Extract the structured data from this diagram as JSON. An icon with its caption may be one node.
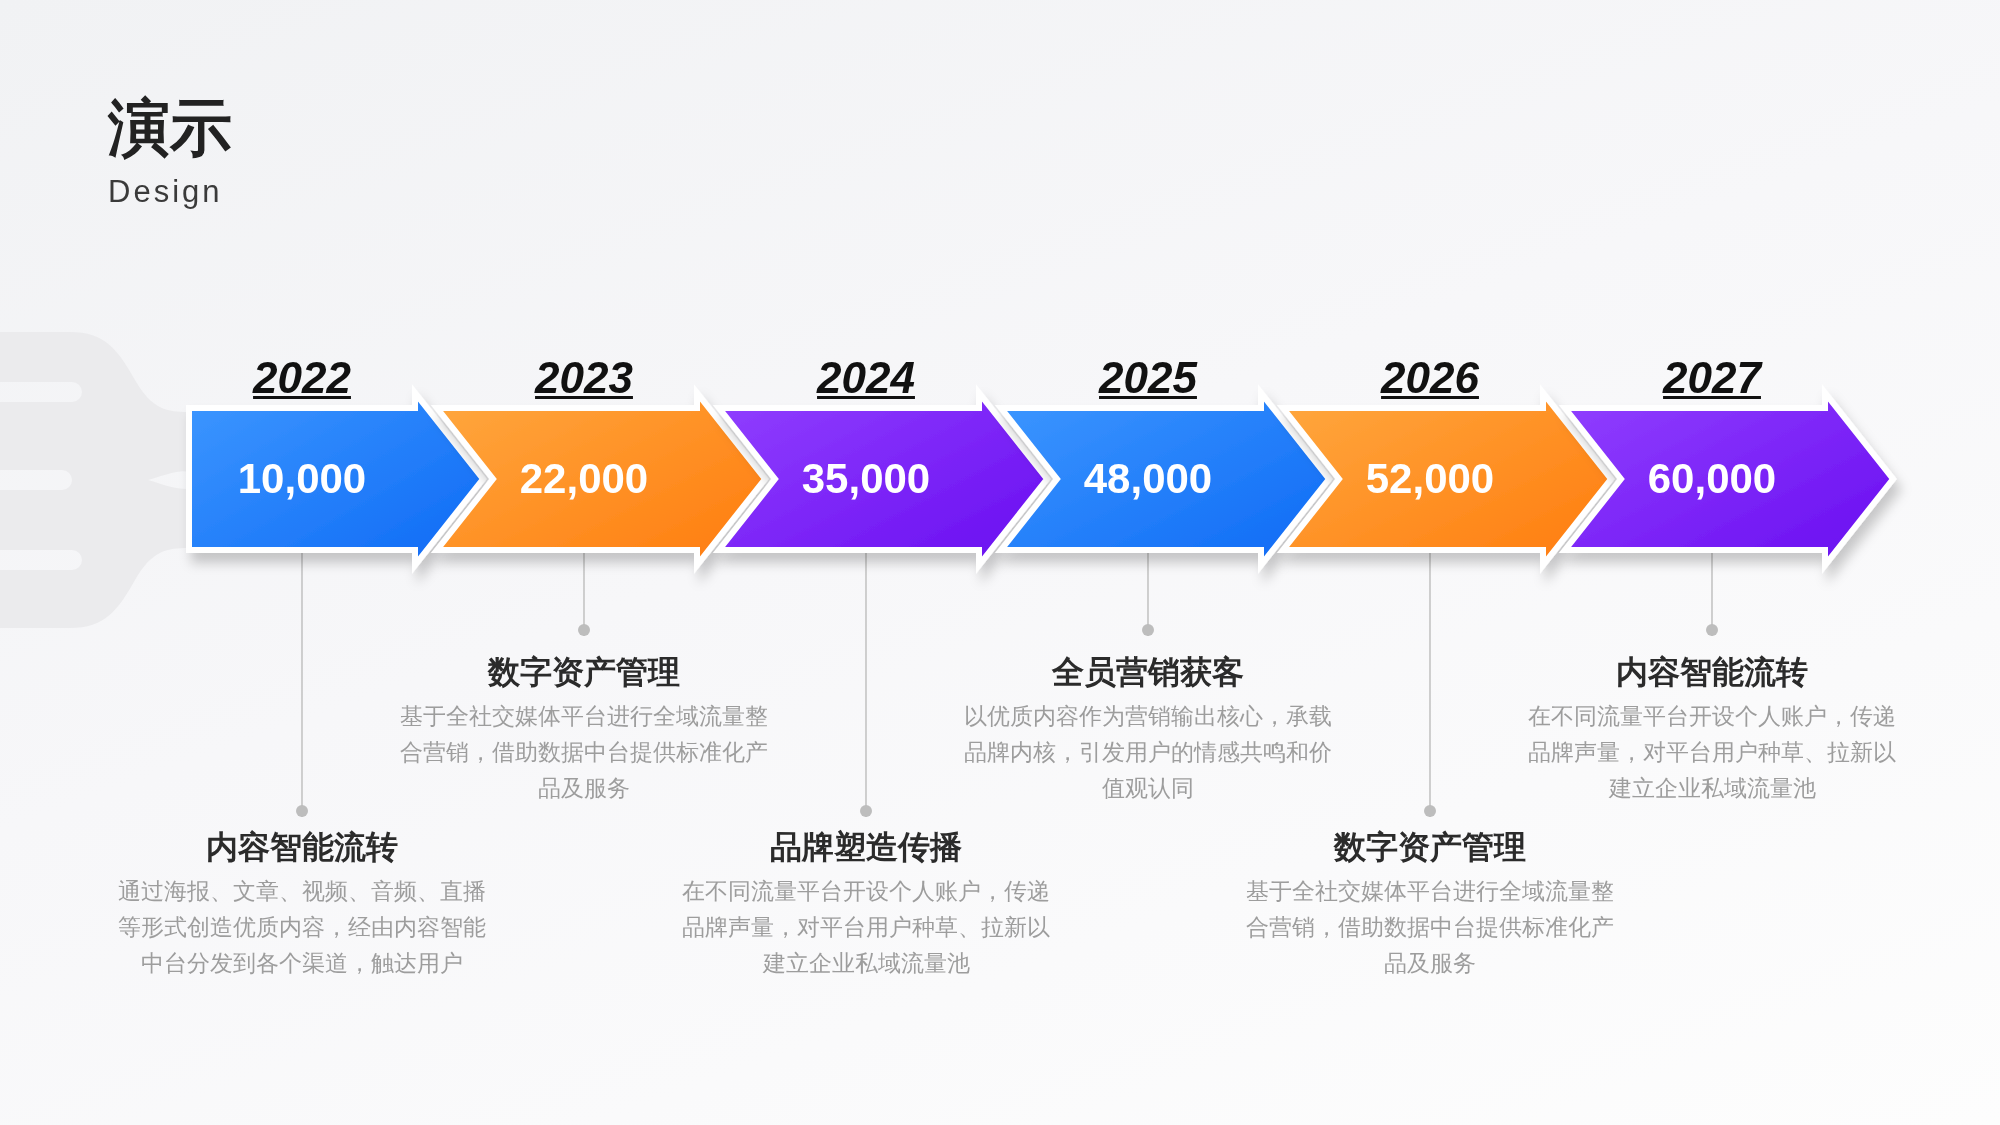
{
  "diagram": {
    "title": "演示",
    "nodes": [
      {
        "text": [
          "2022",
          "10,000"
        ]
      },
      {
        "text": [
          "2023",
          "22,000"
        ]
      },
      {
        "text": [
          "2024",
          "35,000"
        ]
      },
      {
        "text": [
          "2025",
          "48,000"
        ]
      },
      {
        "text": [
          "2026",
          "52,000"
        ]
      },
      {
        "text": [
          "2027",
          "60,000"
        ]
      },
      {
        "text": [
          "内容智能流转",
          "通过海报、文章、视频、音频、直播等形式创造优质内容，经由内容智能中台分发到各个渠道，触达用户"
        ]
      },
      {
        "text": [
          "数字资产管理",
          "基于全社交媒体平台进行全域流量整合营销，借助数据中台提供标准化产品及服务"
        ]
      },
      {
        "text": [
          "品牌塑造传播",
          "在不同流量平台开设个人账户，传递品牌声量，对平台用户种草、拉新以建立企业私域流量池"
        ]
      },
      {
        "text": [
          "全员营销获客",
          "以优质内容作为营销输出核心，承载品牌内核，引发用户的情感共鸣和价值观认同"
        ]
      },
      {
        "text": [
          "数字资产管理",
          "基于全社交媒体平台进行全域流量整合营销，借助数据中台提供标准化产品及服务"
        ]
      },
      {
        "text": [
          "内容智能流转",
          "在不同流量平台开设个人账户，传递品牌声量，对平台用户种草、拉新以建立企业私域流量池"
        ]
      }
    ],
    "edges": [
      {
        "from": 0,
        "to": 6,
        "arrow": "other"
      },
      {
        "from": 1,
        "to": 7,
        "arrow": "other"
      },
      {
        "from": 2,
        "to": 8,
        "arrow": "other"
      },
      {
        "from": 3,
        "to": 9,
        "arrow": "other"
      },
      {
        "from": 4,
        "to": 10,
        "arrow": "other"
      },
      {
        "from": 5,
        "to": 11,
        "arrow": "other"
      }
    ],
    "labels": [
      "Design"
    ]
  }
}
